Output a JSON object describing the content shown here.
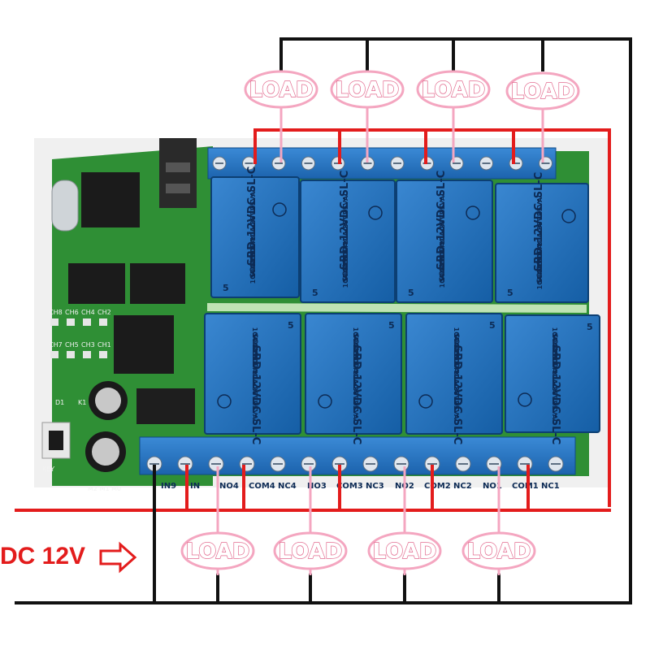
{
  "load_label": "LOAD",
  "supply": {
    "label": "DC 12V"
  },
  "relay": {
    "model": "SRD-12VDC-SL-C",
    "brand": "SONGLE",
    "rating_1": "10A 250VAC 10A 125VAC",
    "rating_2": "10A 30VDC 10A 28VDC",
    "mark": "5"
  },
  "terminals_bottom": [
    "IN9",
    "IN",
    "NO4",
    "COM4",
    "NC4",
    "NO3",
    "COM3",
    "NC3",
    "NO2",
    "COM2",
    "NC2",
    "NO1",
    "COM1",
    "NC1"
  ],
  "pcb_labels": {
    "key": "KEY",
    "ch1": "CH1",
    "ch2": "CH2",
    "ch3": "CH3",
    "ch4": "CH4",
    "ch5": "CH5",
    "ch6": "CH6",
    "ch7": "CH7",
    "ch8": "CH8",
    "d1": "D1",
    "k1": "K1",
    "jumpers": "M2 M1 M0"
  },
  "colors": {
    "pcb": "#2f8f35",
    "relay": "#1f6bb5",
    "terminal": "#2576c6",
    "positive_wire": "#e31c1c",
    "negative_wire": "#111111",
    "load_outline": "#f4a6c0"
  }
}
